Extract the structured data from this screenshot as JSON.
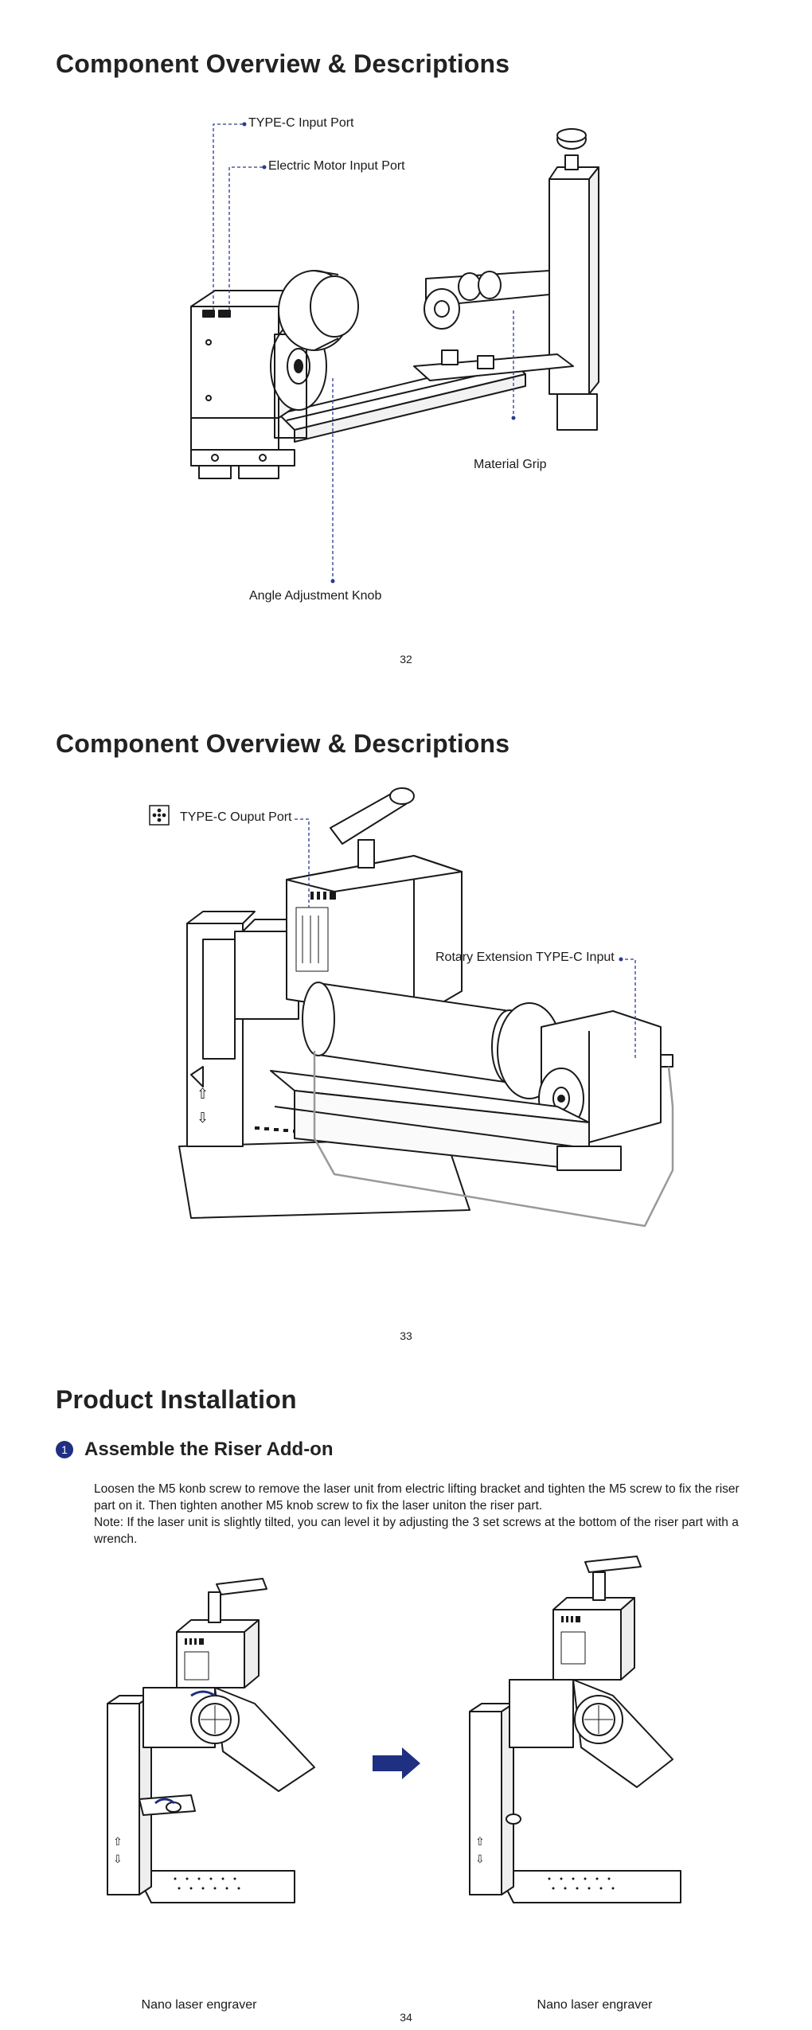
{
  "page1": {
    "heading": "Component Overview & Descriptions",
    "labels": {
      "type_c_input": "TYPE-C Input Port",
      "motor_input": "Electric Motor Input Port",
      "material_grip": "Material Grip",
      "angle_knob": "Angle Adjustment Knob"
    },
    "page_number": "32"
  },
  "page2": {
    "heading": "Component Overview & Descriptions",
    "labels": {
      "type_c_output": "TYPE-C Ouput Port",
      "rotary_input": "Rotary Extension TYPE-C Input"
    },
    "page_number": "33"
  },
  "page3": {
    "heading": "Product Installation",
    "step": {
      "number": "1",
      "title": "Assemble the Riser Add-on",
      "text": "Loosen the M5 konb screw to remove the laser unit from electric lifting bracket and tighten the M5 screw to fix the riser part on it. Then tighten another M5 knob screw to fix the laser uniton the riser part.",
      "note": "Note: If the laser unit is slightly tilted, you can level it by adjusting the 3 set screws at the bottom of the riser part with a wrench."
    },
    "captions": {
      "left": "Nano laser engraver",
      "right": "Nano laser engraver"
    },
    "page_number": "34"
  },
  "colors": {
    "accent": "#1f2f82",
    "leader_line": "#2a3a8f",
    "line_art": "#1a1a1a"
  }
}
